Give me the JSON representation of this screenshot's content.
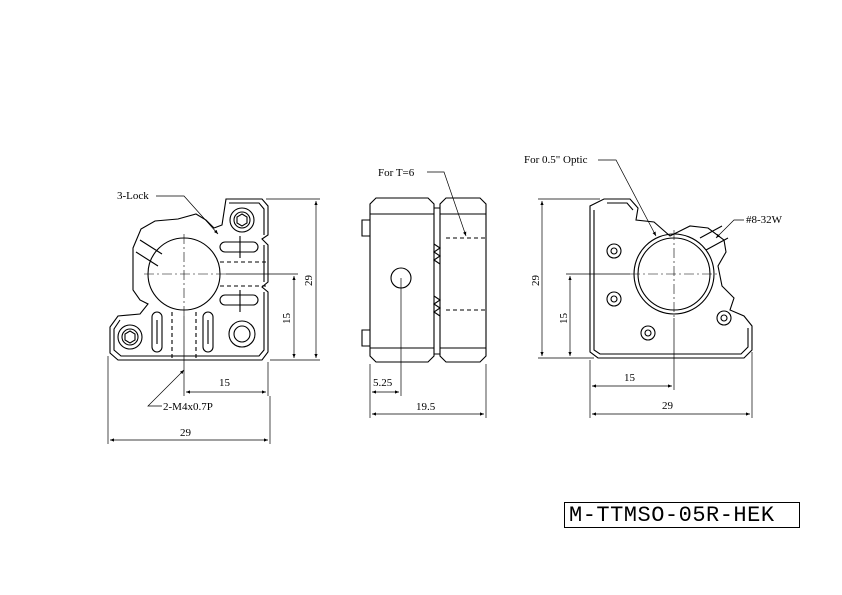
{
  "views": {
    "front": {
      "lock_label": "3-Lock",
      "tap_label": "2-M4x0.7P",
      "dim_height": "29",
      "dim_center_height": "15",
      "dim_center_width": "15",
      "dim_width": "29"
    },
    "side": {
      "thickness_label": "For T=6",
      "dim_offset": "5.25",
      "dim_depth": "19.5"
    },
    "rear": {
      "optic_label": "For 0.5\" Optic",
      "thread_label": "#8-32W",
      "dim_height": "29",
      "dim_center_height": "15",
      "dim_center_width": "15",
      "dim_width": "29"
    }
  },
  "title_block": {
    "part_number": "M-TTMSO-05R-HEK"
  }
}
